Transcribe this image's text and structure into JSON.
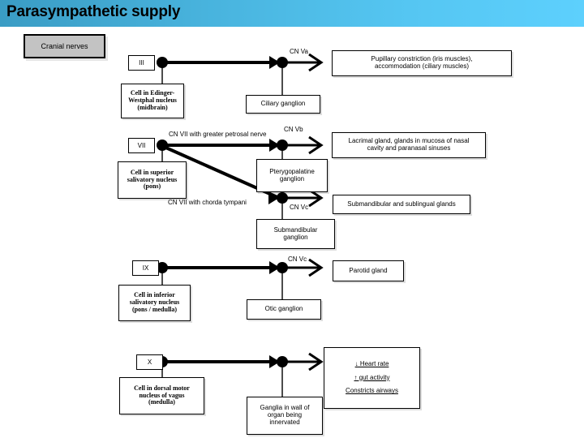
{
  "slide": {
    "title": "Parasympathetic supply",
    "header_color_left": "#3a9cc4",
    "header_color_right": "#5dd0fd"
  },
  "legend": {
    "cranial_nerves_label": "Cranial nerves",
    "fill_color": "#c3c3c3"
  },
  "pathways": [
    {
      "id": "oculomotor",
      "nerve_tag": "III",
      "cell_body": "Cell in Edinger-Westphal nucleus (midbrain)",
      "cell_body_line1": "Cell in Edinger-",
      "cell_body_line2": "Westphal nucleus",
      "cell_body_line3": "(midbrain)",
      "postganglionic_nerve": "CN Va",
      "ganglion": "Ciliary ganglion",
      "target": "Pupillary constriction (iris muscles), accommodation (ciliary muscles)",
      "target_line1": "Pupillary constriction (iris muscles),",
      "target_line2": "accommodation (ciliary muscles)"
    },
    {
      "id": "facial-greater-petrosal",
      "nerve_tag": "VII",
      "cell_body": "Cell in superior salivatory nucleus (pons)",
      "cell_body_line1": "Cell in superior",
      "cell_body_line2": "salivatory nucleus",
      "cell_body_line3": "(pons)",
      "preganglionic_nerve": "CN VII with greater petrosal nerve",
      "postganglionic_nerve": "CN Vb",
      "ganglion": "Pterygopalatine ganglion",
      "ganglion_line1": "Pterygopalatine",
      "ganglion_line2": "ganglion",
      "target": "Lacrimal gland, glands in mucosa of nasal cavity and paranasal sinuses",
      "target_line1": "Lacrimal gland, glands in mucosa of nasal",
      "target_line2": "cavity and paranasal sinuses"
    },
    {
      "id": "facial-chorda-tympani",
      "preganglionic_nerve": "CN VII with chorda tympani",
      "postganglionic_nerve": "CN Vc",
      "ganglion": "Submandibular ganglion",
      "ganglion_line1": "Submandibular",
      "ganglion_line2": "ganglion",
      "target": "Submandibular and sublingual glands"
    },
    {
      "id": "glossopharyngeal",
      "nerve_tag": "IX",
      "cell_body": "Cell in inferior salivatory nucleus (pons / medulla)",
      "cell_body_line1": "Cell in inferior",
      "cell_body_line2": "salivatory nucleus",
      "cell_body_line3": "(pons / medulla)",
      "postganglionic_nerve": "CN Vc",
      "ganglion": "Otic ganglion",
      "target": "Parotid gland"
    },
    {
      "id": "vagus",
      "nerve_tag": "X",
      "cell_body": "Cell in dorsal motor nucleus of vagus (medulla)",
      "cell_body_line1": "Cell in dorsal motor",
      "cell_body_line2": "nucleus of vagus",
      "cell_body_line3": "(medulla)",
      "ganglion": "Ganglia in wall of organ being innervated",
      "ganglion_line1": "Ganglia in wall of",
      "ganglion_line2": "organ being",
      "ganglion_line3": "innervated",
      "effects_line1": "↓ Heart rate",
      "effects_line2": "↑ gut activity",
      "effects_line3": "Constricts airways"
    }
  ]
}
